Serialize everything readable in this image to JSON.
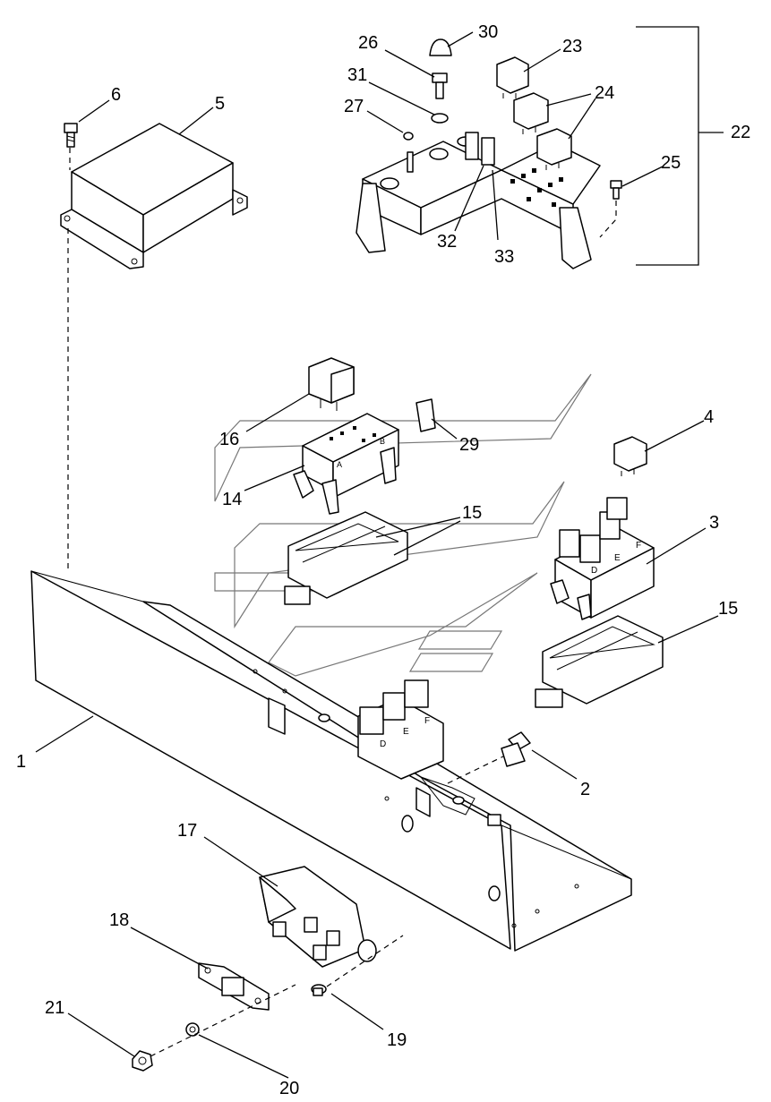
{
  "diagram": {
    "callouts": [
      {
        "id": "1",
        "text": "1"
      },
      {
        "id": "2",
        "text": "2"
      },
      {
        "id": "3",
        "text": "3"
      },
      {
        "id": "4",
        "text": "4"
      },
      {
        "id": "5",
        "text": "5"
      },
      {
        "id": "6",
        "text": "6"
      },
      {
        "id": "14",
        "text": "14"
      },
      {
        "id": "15a",
        "text": "15"
      },
      {
        "id": "15b",
        "text": "15"
      },
      {
        "id": "16",
        "text": "16"
      },
      {
        "id": "17",
        "text": "17"
      },
      {
        "id": "18",
        "text": "18"
      },
      {
        "id": "19",
        "text": "19"
      },
      {
        "id": "20",
        "text": "20"
      },
      {
        "id": "21",
        "text": "21"
      },
      {
        "id": "22",
        "text": "22"
      },
      {
        "id": "23",
        "text": "23"
      },
      {
        "id": "24",
        "text": "24"
      },
      {
        "id": "25",
        "text": "25"
      },
      {
        "id": "26",
        "text": "26"
      },
      {
        "id": "27",
        "text": "27"
      },
      {
        "id": "29",
        "text": "29"
      },
      {
        "id": "30",
        "text": "30"
      },
      {
        "id": "31",
        "text": "31"
      },
      {
        "id": "32",
        "text": "32"
      },
      {
        "id": "33",
        "text": "33"
      }
    ],
    "fuse_letters": {
      "block_main": [
        "D",
        "E",
        "F"
      ],
      "block_3": [
        "D",
        "E",
        "F"
      ],
      "block_14": [
        "A",
        "B"
      ]
    }
  }
}
